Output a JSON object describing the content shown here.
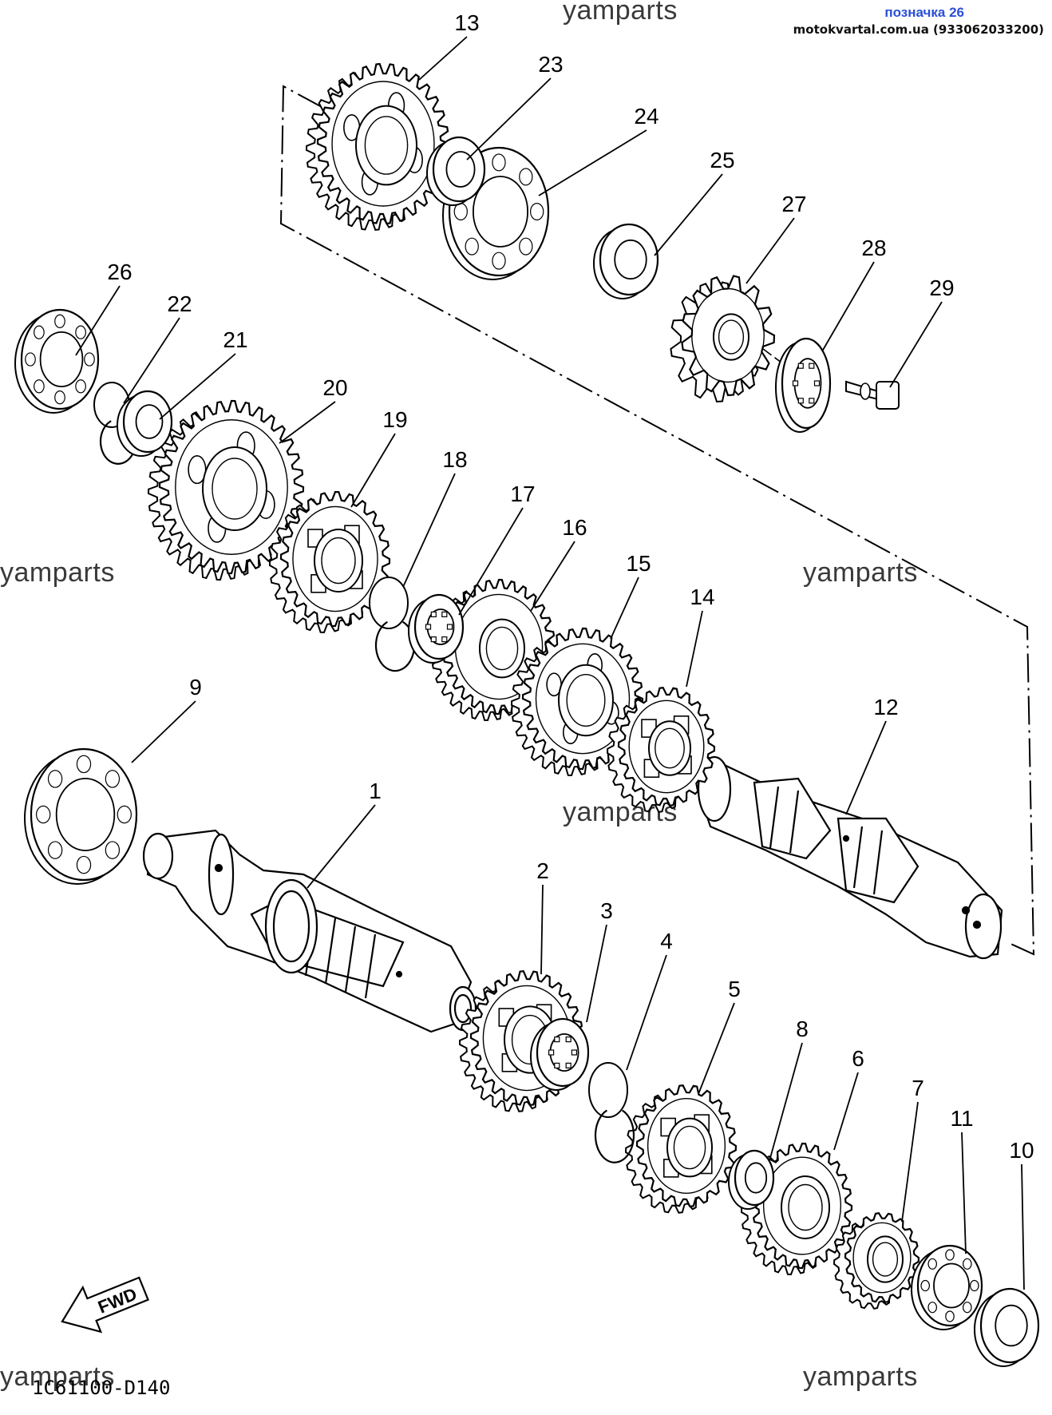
{
  "header": {
    "label": "позначка 26",
    "source": "motokvartal.com.ua (933062033200)"
  },
  "watermark": "yamparts",
  "diagram_code": "1C61100-D140",
  "fwd_label": "FWD",
  "parts": [
    {
      "num": "1"
    },
    {
      "num": "2"
    },
    {
      "num": "3"
    },
    {
      "num": "4"
    },
    {
      "num": "5"
    },
    {
      "num": "6"
    },
    {
      "num": "7"
    },
    {
      "num": "8"
    },
    {
      "num": "9"
    },
    {
      "num": "10"
    },
    {
      "num": "11"
    },
    {
      "num": "12"
    },
    {
      "num": "13"
    },
    {
      "num": "14"
    },
    {
      "num": "15"
    },
    {
      "num": "16"
    },
    {
      "num": "17"
    },
    {
      "num": "18"
    },
    {
      "num": "19"
    },
    {
      "num": "20"
    },
    {
      "num": "21"
    },
    {
      "num": "22"
    },
    {
      "num": "23"
    },
    {
      "num": "24"
    },
    {
      "num": "25"
    },
    {
      "num": "26"
    },
    {
      "num": "27"
    },
    {
      "num": "28"
    },
    {
      "num": "29"
    }
  ]
}
